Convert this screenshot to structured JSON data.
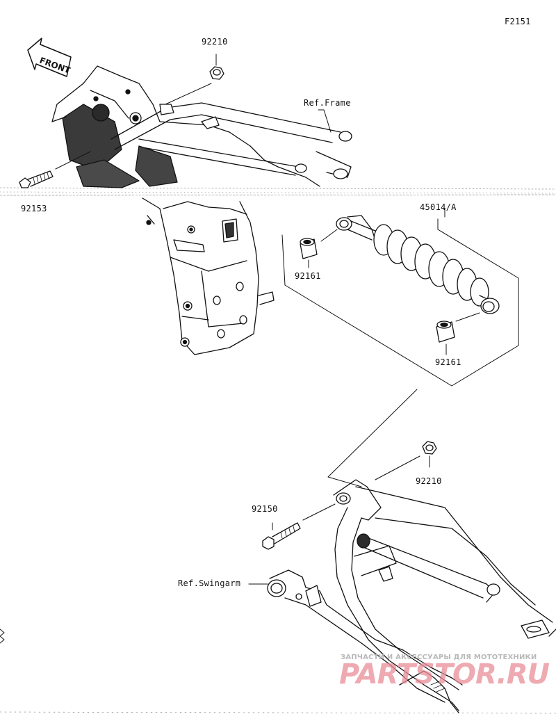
{
  "figure_code": "F2151",
  "front_label": "FRONT",
  "parts": {
    "nut_top": "92210",
    "bolt_top": "92153",
    "ref_frame": "Ref.Frame",
    "shock_absorber": "45014/A",
    "bushing_upper": "92161",
    "bushing_lower": "92161",
    "nut_lower": "92210",
    "bolt_lower": "92150",
    "ref_swingarm": "Ref.Swingarm"
  },
  "watermark": {
    "line1": "ЗАПЧАСТИ И АКСЕССУАРЫ ДЛЯ МОТОТЕХНИКИ",
    "line2": "PARTSTOR.RU"
  },
  "colors": {
    "line": "#111111",
    "shade": "#3a3a3a",
    "watermark_red": "#e98d98"
  }
}
